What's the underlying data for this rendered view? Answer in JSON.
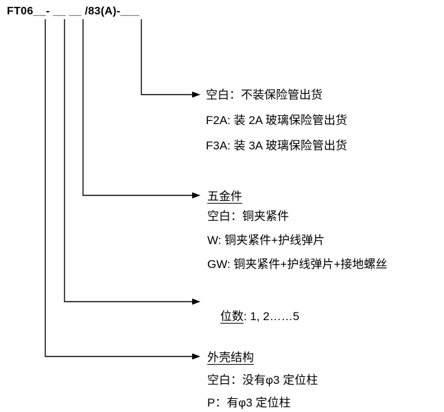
{
  "code": "FT06__- __ __ /83(A)-___",
  "line_color": "#000000",
  "sections": {
    "fuse": {
      "lines": [
        "空白：不装保险管出货",
        "F2A: 装 2A 玻璃保险管出货",
        "F3A: 装 3A 玻璃保险管出货"
      ]
    },
    "hardware": {
      "heading": "五金件",
      "lines": [
        "空白：铜夹紧件",
        "W: 铜夹紧件+护线弹片",
        "GW: 铜夹紧件+护线弹片+接地螺丝"
      ]
    },
    "positions": {
      "heading": "位数",
      "value": ": 1, 2……5"
    },
    "shell": {
      "heading": "外壳结构",
      "lines": [
        "空白：没有φ3 定位柱",
        "P：有φ3 定位柱"
      ]
    }
  }
}
